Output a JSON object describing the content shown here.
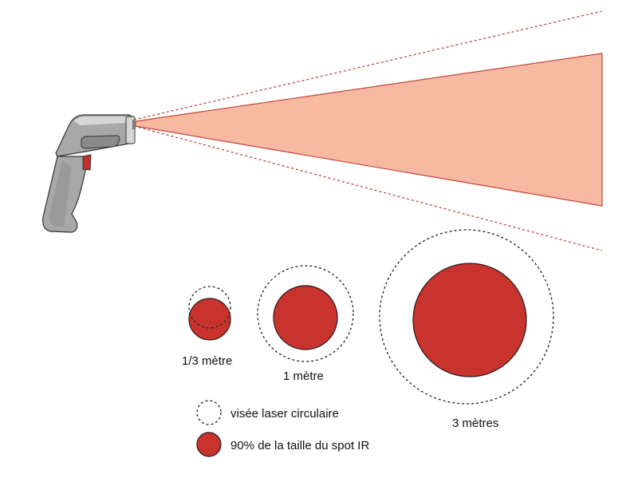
{
  "distances": [
    {
      "label": "1/3 mètre"
    },
    {
      "label": "1 mètre"
    },
    {
      "label": "3 mètres"
    }
  ],
  "legend": {
    "laser": "visée laser circulaire",
    "spot": "90% de la taille du spot IR"
  },
  "colors": {
    "beam_fill": "#f8b9a2",
    "beam_line": "#c0453a",
    "spot_fill": "#c8332e",
    "spot_stroke": "#2a1a1a",
    "dash_stroke": "#222222",
    "gun_body": "#a8a8a8",
    "gun_dark": "#7d7d7d",
    "gun_light": "#d6d6d6",
    "trigger": "#c0302a"
  },
  "icons": [
    "infrared-thermometer-icon"
  ]
}
